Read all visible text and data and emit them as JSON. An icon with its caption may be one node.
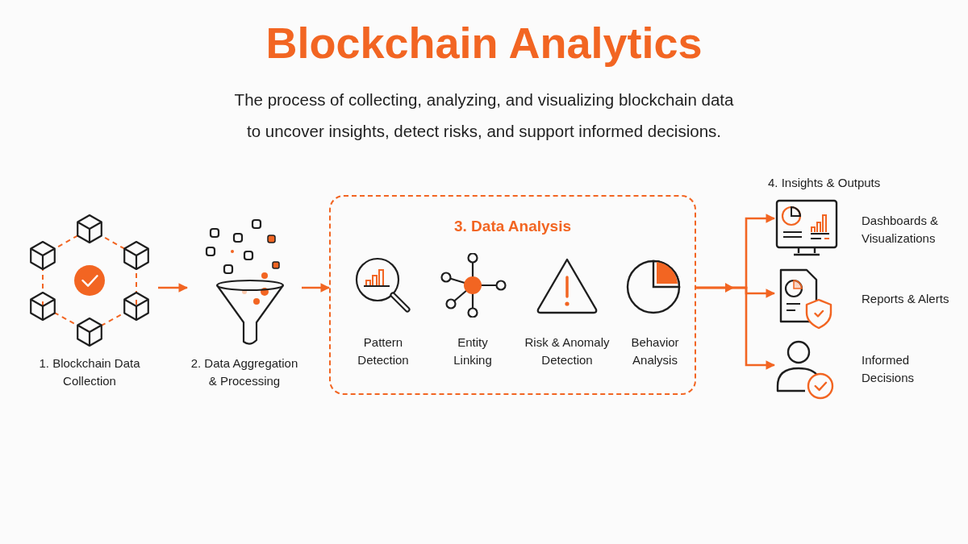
{
  "diagram": {
    "title": "Blockchain Analytics",
    "nodes": [
      {
        "text": [
          "1. Blockchain Data Collection"
        ]
      },
      {
        "text": [
          "2. Data Aggregation & Processing"
        ]
      },
      {
        "text": [
          "3. Data Analysis"
        ]
      },
      {
        "text": [
          "Pattern Detection"
        ],
        "in": 2
      },
      {
        "text": [
          "Entity Linking"
        ],
        "in": 2
      },
      {
        "text": [
          "Risk & Anomaly Detection"
        ],
        "in": 2
      },
      {
        "text": [
          "Behavior Analysis"
        ],
        "in": 2
      },
      {
        "text": [
          "Dashboards & Visualizations"
        ]
      },
      {
        "text": [
          "Reports & Alerts"
        ]
      },
      {
        "text": [
          "Informed Decisions"
        ]
      }
    ],
    "edges": [
      {
        "from": 0,
        "to": 1,
        "arrow": "to"
      },
      {
        "from": 1,
        "to": 2,
        "arrow": "to"
      },
      {
        "from": 2,
        "to": 7,
        "arrow": "to"
      },
      {
        "from": 2,
        "to": 8,
        "arrow": "to"
      },
      {
        "from": 2,
        "to": 9,
        "arrow": "to"
      }
    ],
    "labels": [
      "The process of collecting, analyzing, and visualizing blockchain data to uncover insights, detect risks, and support informed decisions.",
      "4. Insights & Outputs"
    ]
  }
}
